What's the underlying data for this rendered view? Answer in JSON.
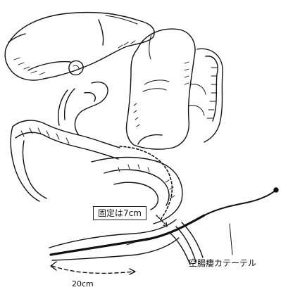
{
  "labels": {
    "fixation": "固定は7cm",
    "catheter": "空腸瘻カテーテル",
    "distance": "20cm"
  },
  "colors": {
    "line": "#111111",
    "background": "#ffffff"
  }
}
